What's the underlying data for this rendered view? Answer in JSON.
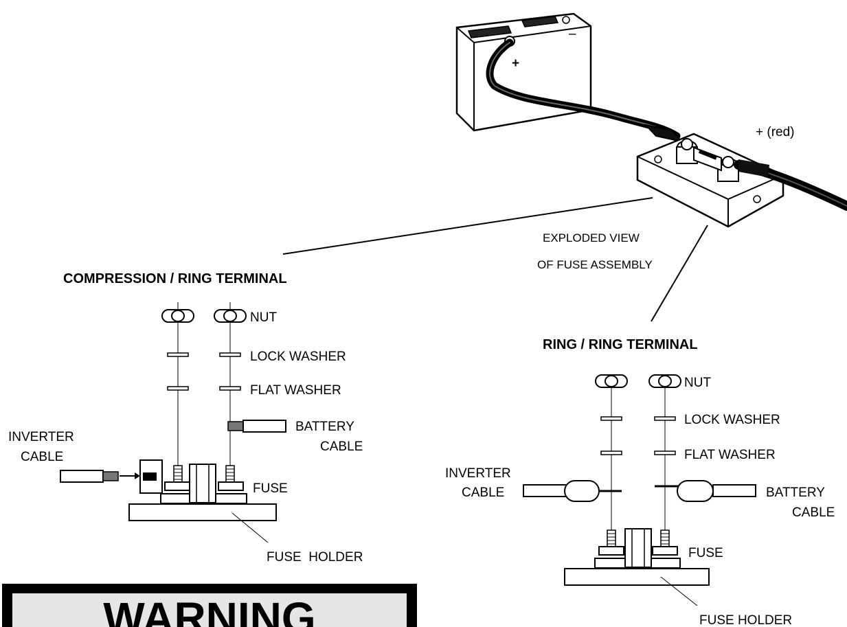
{
  "battery": {
    "plus_sign": "+",
    "minus_sign": "–",
    "polarity_label": "+ (red)"
  },
  "callout": {
    "line1": "EXPLODED VIEW",
    "line2": "OF FUSE ASSEMBLY"
  },
  "left_assembly": {
    "title": "COMPRESSION / RING TERMINAL",
    "nut": "NUT",
    "lock_washer": "LOCK WASHER",
    "flat_washer": "FLAT WASHER",
    "battery_cable_1": "BATTERY",
    "battery_cable_2": "CABLE",
    "inverter_cable_1": "INVERTER",
    "inverter_cable_2": "CABLE",
    "fuse": "FUSE",
    "fuse_holder": "FUSE  HOLDER"
  },
  "right_assembly": {
    "title": "RING / RING TERMINAL",
    "nut": "NUT",
    "lock_washer": "LOCK WASHER",
    "flat_washer": "FLAT WASHER",
    "inverter_cable_1": "INVERTER",
    "inverter_cable_2": "CABLE",
    "battery_cable_1": "BATTERY",
    "battery_cable_2": "CABLE",
    "fuse": "FUSE",
    "fuse_holder": "FUSE HOLDER"
  },
  "warning": {
    "title": "WARNING"
  }
}
